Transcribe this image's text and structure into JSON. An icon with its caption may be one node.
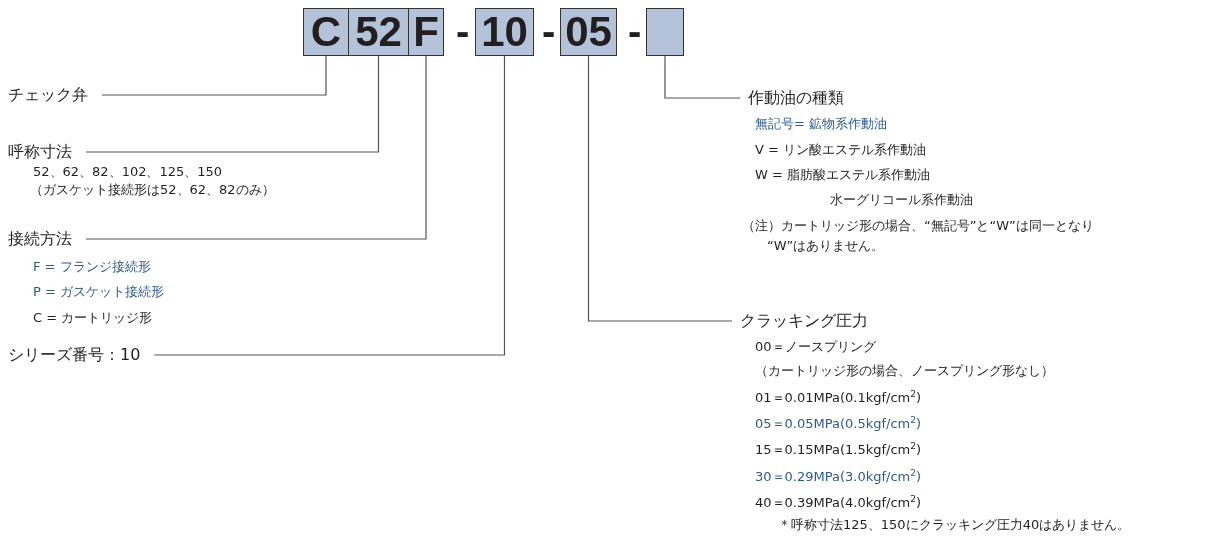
{
  "diagram": {
    "nodes": [
      {
        "text": [
          "C"
        ]
      },
      {
        "text": [
          "52"
        ]
      },
      {
        "text": [
          "F"
        ]
      },
      {
        "text": [
          "10"
        ]
      },
      {
        "text": [
          "05"
        ]
      },
      {
        "text": [],
        "shape": "box"
      },
      {
        "text": [
          "チェック弁"
        ]
      },
      {
        "text": [
          "呼称寸法"
        ],
        "beside": [
          "52、62、82、102、125、150",
          "（ガスケット接続形は52、62、82のみ）"
        ]
      },
      {
        "text": [
          "接続方法"
        ],
        "beside": [
          "F = フランジ接続形",
          "P = ガスケット接続形",
          "C = カートリッジ形"
        ]
      },
      {
        "text": [
          "シリーズ番号：10"
        ]
      },
      {
        "text": [
          "作動油の種類"
        ],
        "beside": [
          "無記号= 鉱物系作動油",
          "V = リン酸エステル系作動油",
          "W = 脂肪酸エステル系作動油",
          "水ーグリコール系作動油",
          "（注）カートリッジ形の場合、“無記号”と“W”は同一となり “W”はありません。"
        ]
      },
      {
        "text": [
          "クラッキング圧力"
        ],
        "beside": [
          "00＝ノースプリング",
          "（カートリッジ形の場合、ノースプリング形なし）",
          "01＝0.01MPa(0.1kgf/cm$^{2}$)",
          "05＝0.05MPa(0.5kgf/cm$^{2}$)",
          "15＝0.15MPa(1.5kgf/cm$^{2}$)",
          "30＝0.29MPa(3.0kgf/cm$^{2}$)",
          "40＝0.39MPa(4.0kgf/cm$^{2}$)",
          "＊呼称寸法125、150にクラッキング圧力40はありません。"
        ]
      }
    ],
    "edges": [
      {
        "from": 6,
        "to": 0,
        "arrow": "none"
      },
      {
        "from": 7,
        "to": 1,
        "arrow": "none"
      },
      {
        "from": 8,
        "to": 2,
        "arrow": "none"
      },
      {
        "from": 9,
        "to": 3,
        "arrow": "none"
      },
      {
        "from": 10,
        "to": 5,
        "arrow": "none"
      },
      {
        "from": 11,
        "to": 4,
        "arrow": "none"
      }
    ],
    "labels": [
      "-",
      "-",
      "-"
    ]
  }
}
